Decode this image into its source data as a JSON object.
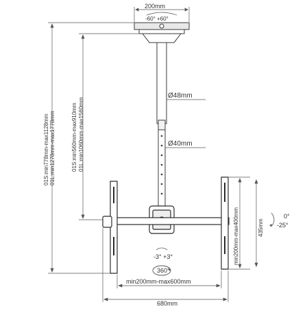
{
  "labels": {
    "top_plate_width": "200mm",
    "top_plate_swivel": "-60° +60°",
    "upper_tube_diameter": "Ø48mm",
    "lower_tube_diameter": "Ø40mm",
    "tube_01s": "01S:min560mm-max910mm",
    "tube_01l": "01L:min1060mm-max1560mm",
    "total_01s": "01S:min778mm-max1128mm",
    "total_01l": "01L:min1278mm-max1778mm",
    "arm_vertical_range": "min200mm-max400mm",
    "arm_height": "435mm",
    "tilt_top": "0°",
    "tilt_bottom": "-25°",
    "level_adjust": "-3° +3°",
    "rotation": "360°",
    "arm_spacing": "min200mm-max600mm",
    "overall_width": "680mm"
  },
  "colors": {
    "line": "#3a3a3a",
    "dimension": "#555555",
    "fill": "#ffffff",
    "dark": "#2b2b2b"
  }
}
